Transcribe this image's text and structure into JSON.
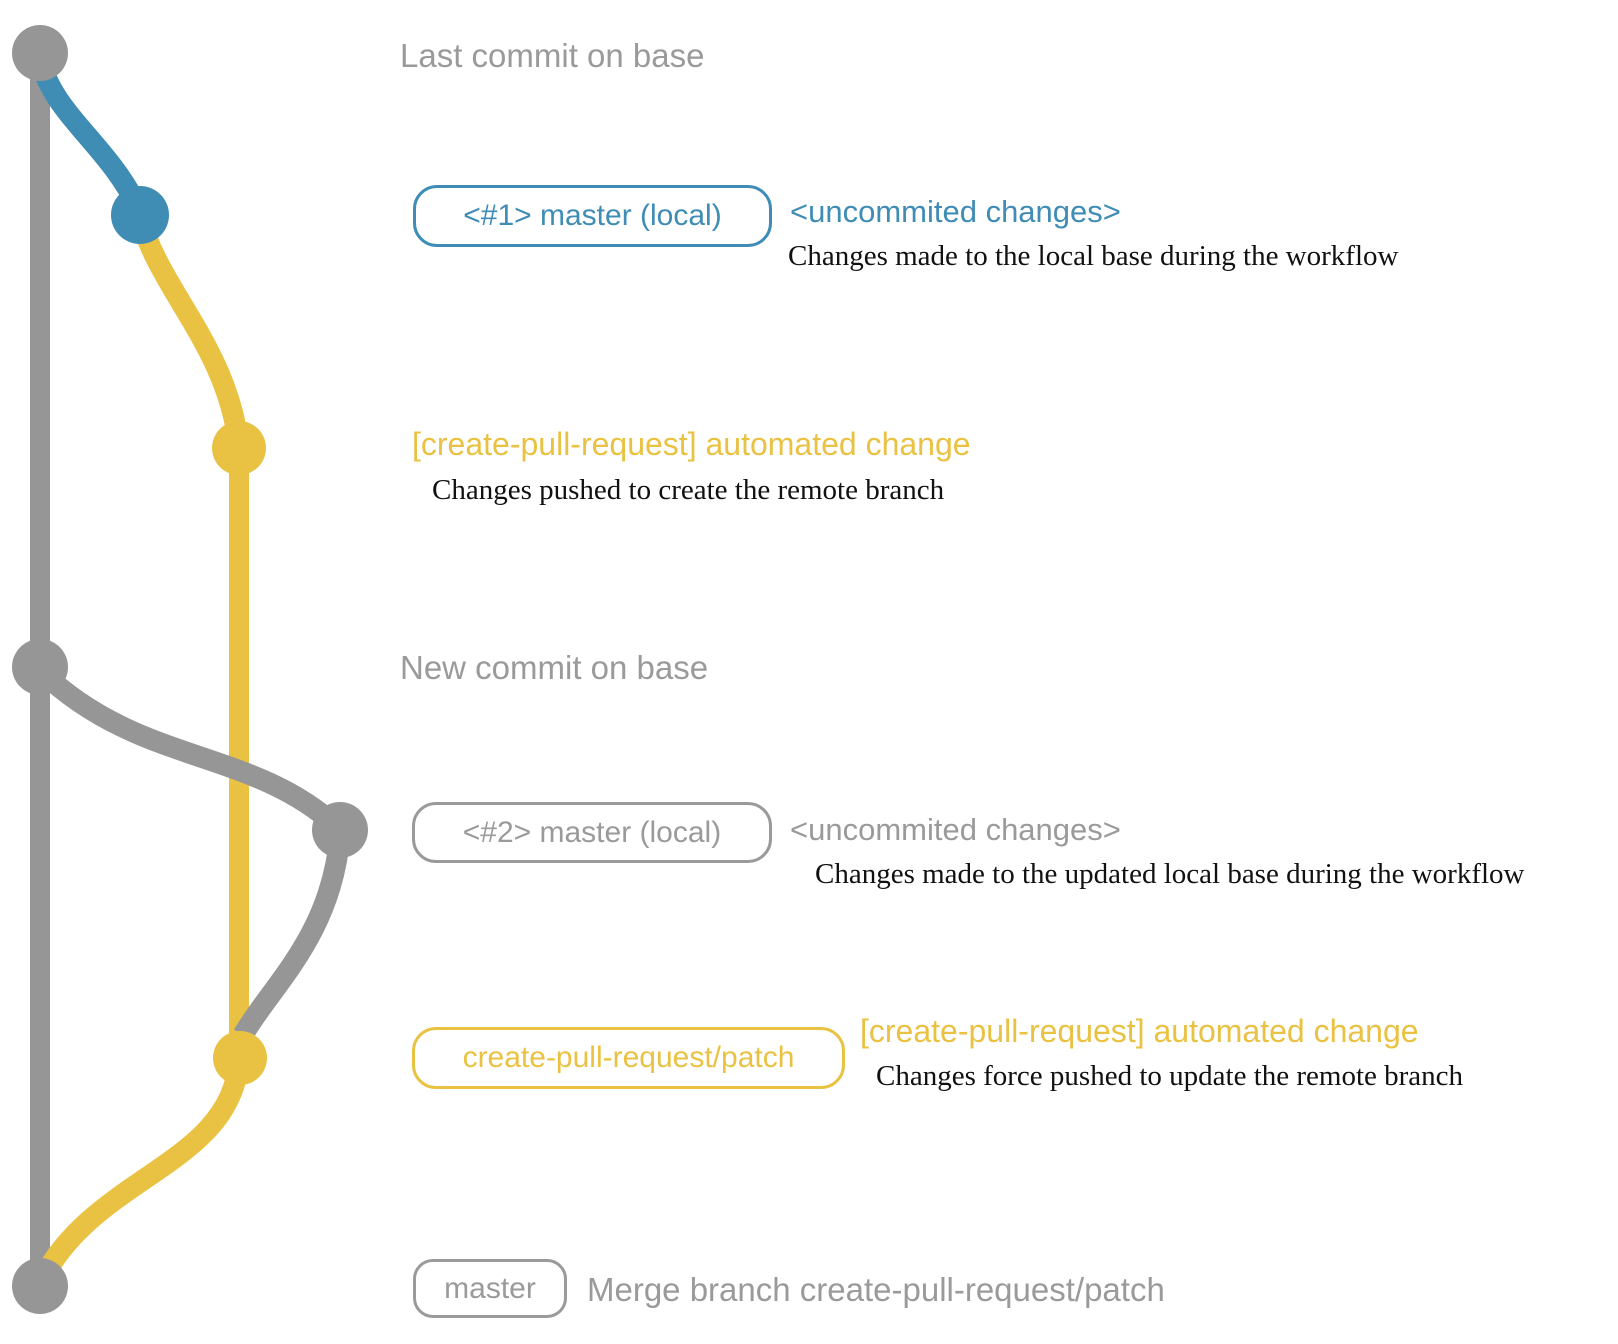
{
  "colors": {
    "blue": "#3f8cb5",
    "yellow": "#eac243",
    "gray_line": "#969696",
    "gray_text": "#9a9a9a",
    "caption_text": "#111111",
    "background": "#ffffff"
  },
  "graph": {
    "commits": [
      {
        "name": "last-commit-on-base",
        "color": "gray"
      },
      {
        "name": "local-uncommitted-changes-1",
        "color": "blue"
      },
      {
        "name": "automated-change-pushed",
        "color": "yellow"
      },
      {
        "name": "new-commit-on-base",
        "color": "gray"
      },
      {
        "name": "local-uncommitted-changes-2",
        "color": "gray"
      },
      {
        "name": "automated-change-force-pushed",
        "color": "yellow"
      },
      {
        "name": "merge-commit",
        "color": "gray"
      }
    ]
  },
  "labels": {
    "last_commit": "Last commit on base",
    "row1": {
      "badge": "<#1> master (local)",
      "label": "<uncommited changes>",
      "caption": "Changes made to the local base during the workflow"
    },
    "row2": {
      "title": "[create-pull-request] automated change",
      "caption": "Changes pushed to create the remote branch"
    },
    "new_commit": "New commit on base",
    "row3": {
      "badge": "<#2> master (local)",
      "label": "<uncommited changes>",
      "caption": "Changes made to the updated local base during the workflow"
    },
    "row4": {
      "badge": "create-pull-request/patch",
      "label": "[create-pull-request] automated change",
      "caption": "Changes force pushed to update the remote branch"
    },
    "row5": {
      "badge": "master",
      "label": "Merge branch create-pull-request/patch"
    }
  }
}
